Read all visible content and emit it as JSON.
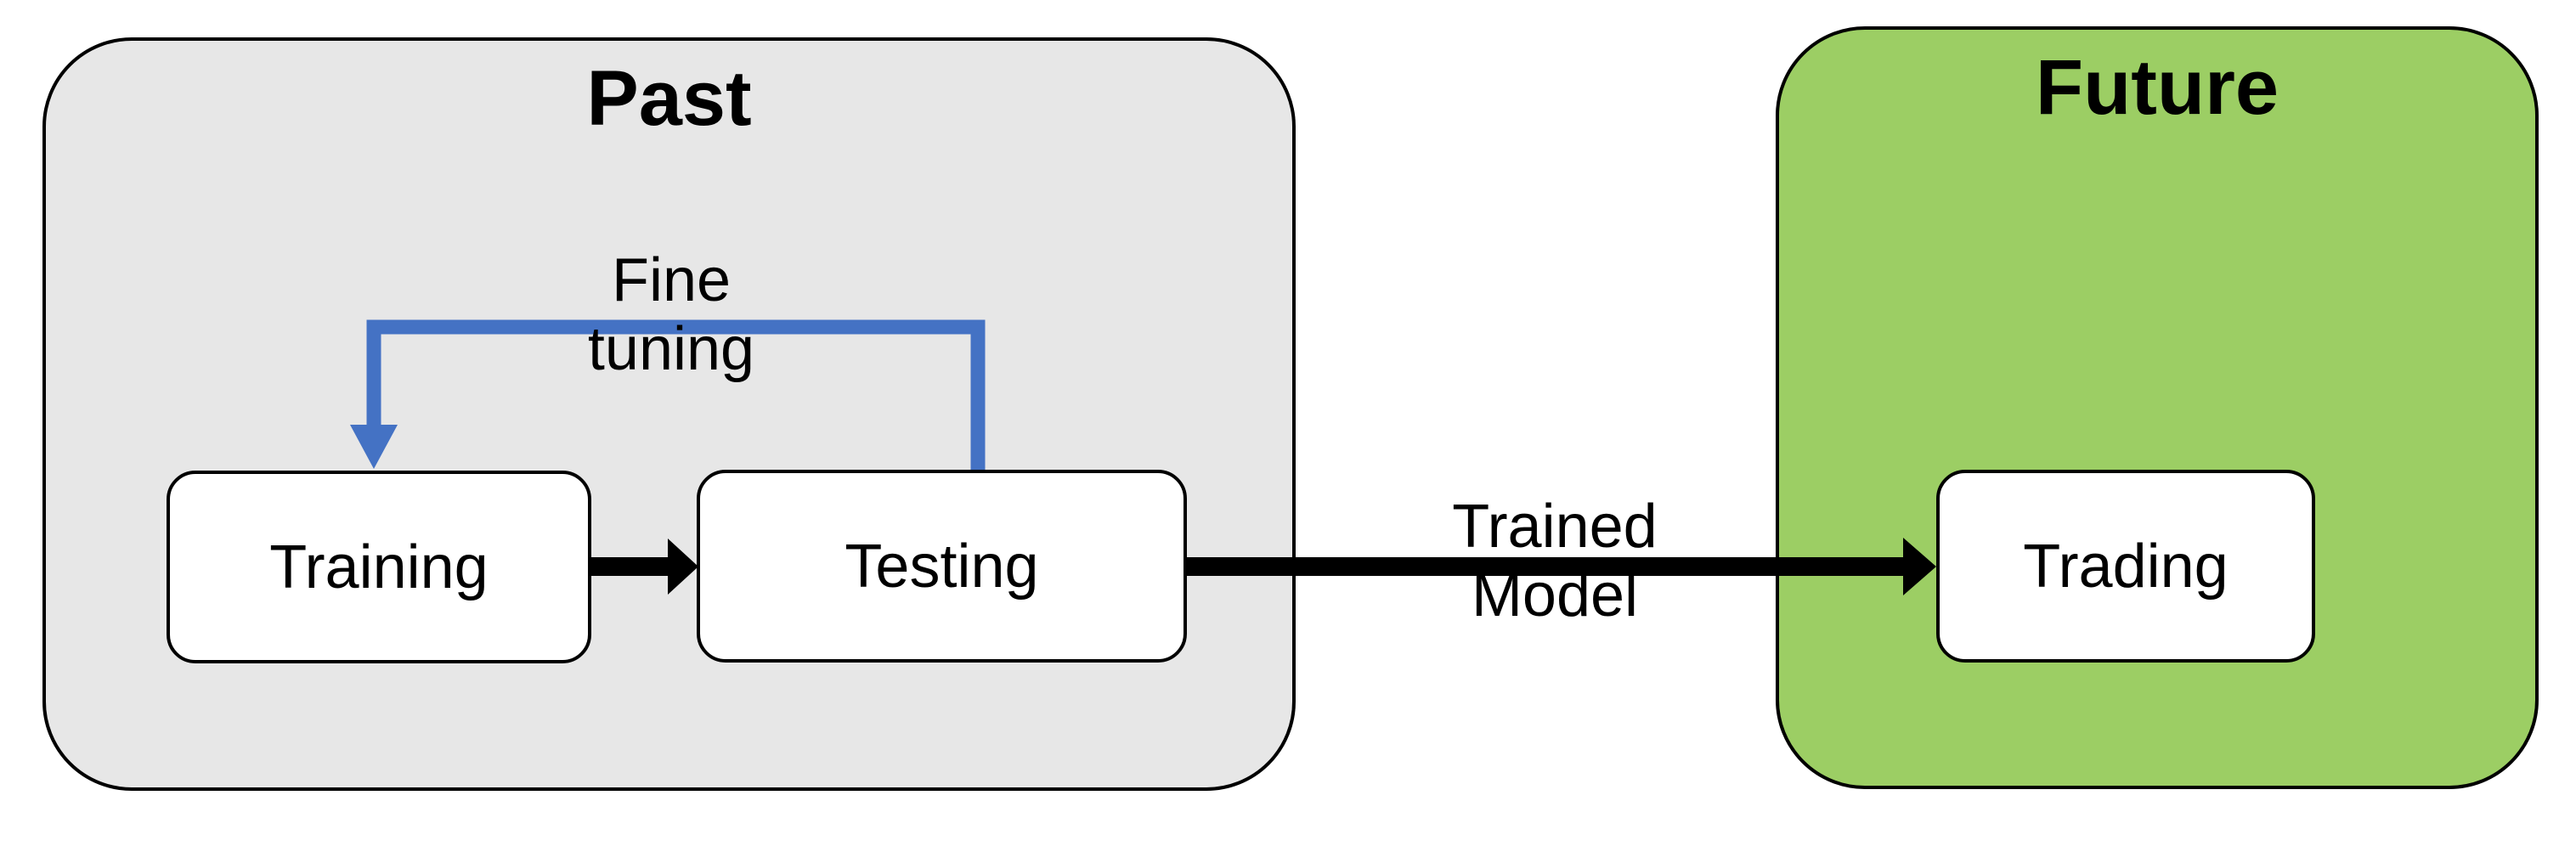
{
  "diagram": {
    "title": "Past / Future model workflow",
    "groups": [
      {
        "id": "past",
        "label": "Past",
        "fill": "#E7E7E7",
        "stroke": "#000000"
      },
      {
        "id": "future",
        "label": "Future",
        "fill": "#9CCE64",
        "stroke": "#000000"
      }
    ],
    "nodes": [
      {
        "id": "training",
        "label": "Training",
        "group": "past",
        "fill": "#FFFFFF",
        "stroke": "#000000"
      },
      {
        "id": "testing",
        "label": "Testing",
        "group": "past",
        "fill": "#FFFFFF",
        "stroke": "#000000"
      },
      {
        "id": "trading",
        "label": "Trading",
        "group": "future",
        "fill": "#FFFFFF",
        "stroke": "#000000"
      }
    ],
    "edges": [
      {
        "id": "training-to-testing",
        "from": "training",
        "to": "testing",
        "label": "",
        "color": "#000000",
        "style": "solid-arrow"
      },
      {
        "id": "testing-to-training",
        "from": "testing",
        "to": "training",
        "label_line_1": "Fine",
        "label_line_2": "tuning",
        "color": "#4472C4",
        "style": "elbow-arrow"
      },
      {
        "id": "testing-to-trading",
        "from": "testing",
        "to": "trading",
        "label_line_1": "Trained",
        "label_line_2": "Model",
        "color": "#000000",
        "style": "solid-arrow"
      }
    ],
    "colors": {
      "past_fill": "#E7E7E7",
      "future_fill": "#9CCE64",
      "node_fill": "#FFFFFF",
      "outline": "#000000",
      "fine_tuning_arrow": "#4472C4",
      "background": "#FFFFFF"
    }
  }
}
